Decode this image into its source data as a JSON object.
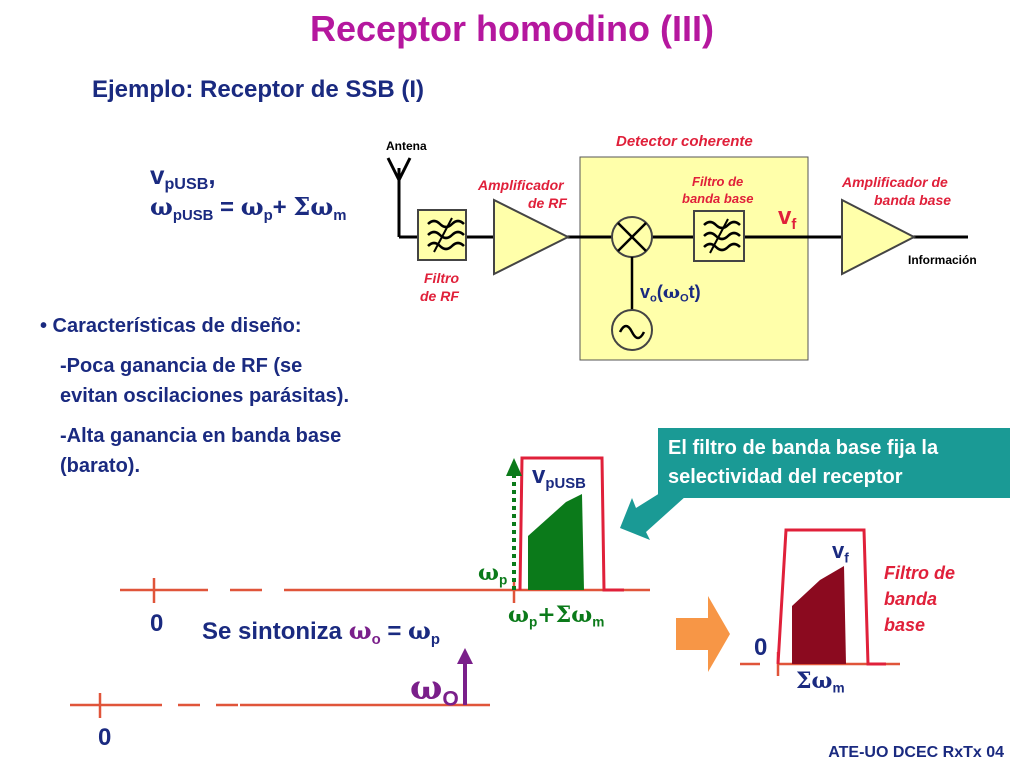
{
  "title": "Receptor homodino (III)",
  "subtitle": "Ejemplo: Receptor de SSB (I)",
  "signal": {
    "v_main": "v",
    "v_sub": "pUSB",
    "comma": ",",
    "w_symbol": "ω",
    "w_sub": "pUSB",
    "eq": " = ",
    "wp_sub": "p",
    "plus": "+ ",
    "sum_symbol": "Σω",
    "m_sub": "m"
  },
  "diagram": {
    "antenna_label": "Antena",
    "rf_filter_label": [
      "Filtro",
      "de RF"
    ],
    "rf_amp_label": [
      "Amplificador",
      "de RF"
    ],
    "coherent_detector_label": "Detector coherente",
    "bb_filter_label": [
      "Filtro de",
      "banda base"
    ],
    "bb_amp_label": [
      "Amplificador de",
      "banda base"
    ],
    "vf_main": "v",
    "vf_sub": "f",
    "info_label": "Información",
    "osc_label": {
      "v": "v",
      "v_sub": "o",
      "open": "(",
      "w": "ω",
      "w_sub": "O",
      "close": "t)"
    }
  },
  "features": {
    "heading": "• Características de diseño:",
    "item1": [
      "-Poca ganancia de RF (se",
      "evitan oscilaciones parásitas)."
    ],
    "item2": [
      "-Alta ganancia en banda base",
      "(barato)."
    ]
  },
  "callout": "El filtro de banda base fija la selectividad del receptor",
  "spectrum": {
    "zero": "0",
    "tune_text": "Se sintoniza ",
    "tune_w": "ω",
    "tune_o": "o",
    "tune_eq": " = ",
    "tune_wp": "ω",
    "tune_p": "p",
    "vpusb_main": "v",
    "vpusb_sub": "pUSB",
    "wp_symbol": "ω",
    "wp_sub": "p",
    "wpm_symbol": "ω",
    "wpm_p": "p",
    "wpm_plus": "+Σω",
    "wpm_m": "m",
    "wO_symbol": "ω",
    "wO_sub": "O",
    "vf_main": "v",
    "vf_sub": "f",
    "sum_symbol": "Σω",
    "sum_sub": "m",
    "bb_filter_label": [
      "Filtro de",
      "banda",
      "base"
    ]
  },
  "footer": "ATE-UO DCEC RxTx 04",
  "colors": {
    "title": "#b5179e",
    "text": "#1a2a80",
    "accent_red": "#e0203a",
    "block_fill": "#ffffaa",
    "block_border": "#444444",
    "spectrum_green": "#0b7a1a",
    "spectrum_maroon": "#8b0a1f",
    "callout": "#1a9a95",
    "arrow_orange": "#f79646",
    "marker_purple": "#7a1f8a",
    "axis_orange": "#e0553a"
  }
}
